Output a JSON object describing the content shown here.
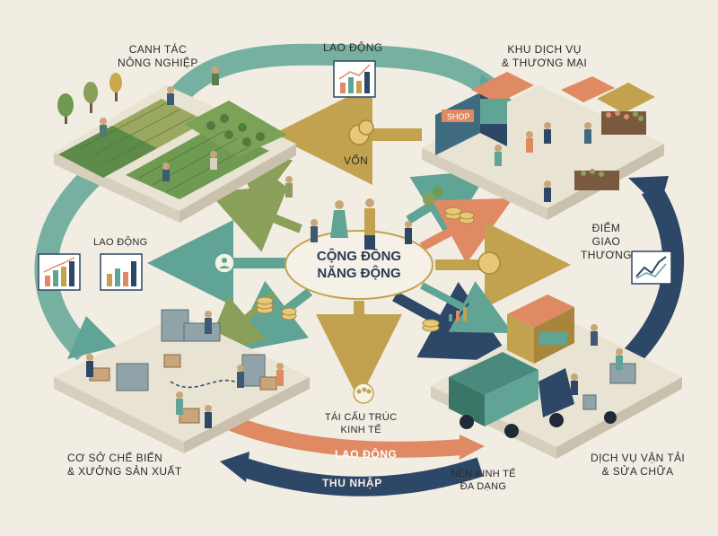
{
  "nodes": {
    "agriculture": "CANH TÁC\nNÔNG NGHIỆP",
    "services": "KHU DỊCH VỤ\n& THƯƠNG MẠI",
    "processing": "CƠ SỞ CHẾ BIẾN\n& XƯỞNG SẢN XUẤT",
    "transport": "DỊCH VỤ VẬN TẢI\n& SỬA CHỮA",
    "center": "CỘNG ĐỒNG\nNĂNG ĐỘNG"
  },
  "flows": {
    "top_labor": "LAO ĐỘNG",
    "capital": "VỐN",
    "left_labor": "LAO ĐỘNG",
    "trade_point": "ĐIỂM\nGIAO\nTHƯƠNG",
    "restructure": "TÁI CẤU TRÚC\nKINH TẾ",
    "bottom_labor": "LAO ĐỘNG",
    "income": "THU NHẬP",
    "diversified": "NỀN KINH TẾ\nĐA DẠNG"
  },
  "shop_sign": "SHOP",
  "colors": {
    "background": "#f2ede3",
    "teal": "#5fa494",
    "navy": "#2d4766",
    "gold": "#c2a24e",
    "orange": "#e08a63",
    "olive": "#8aa05a"
  },
  "icons": [
    "chart-icon",
    "coins-icon",
    "people-icon",
    "person-icon",
    "truck-icon"
  ]
}
